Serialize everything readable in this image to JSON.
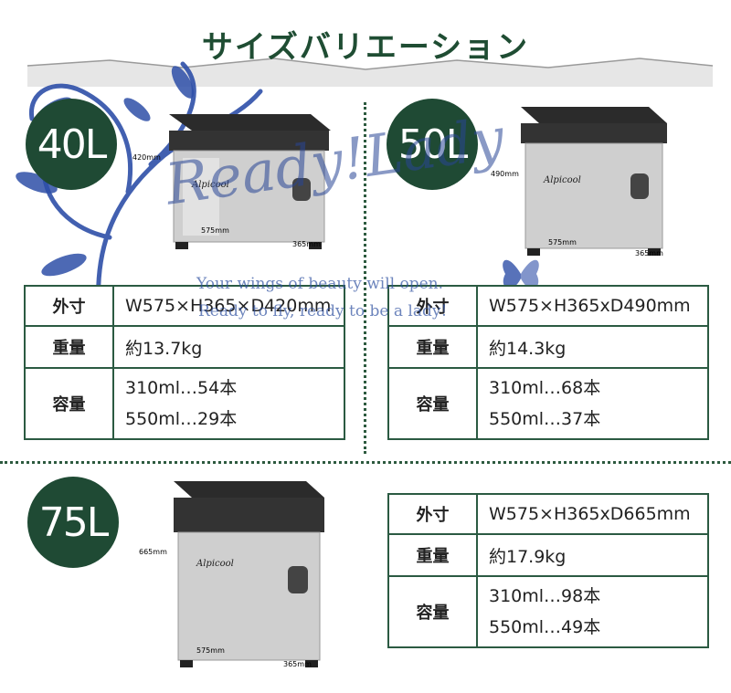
{
  "title": "サイズバリエーション",
  "overlay": {
    "script": "Ready!Lady",
    "tagline_line1": "Your wings of beauty will open.",
    "tagline_line2": "Ready to fly, ready to be a lady!"
  },
  "products": [
    {
      "badge": "40L",
      "brand": "Alpicool",
      "dims": {
        "height": "420mm",
        "width": "575mm",
        "depth": "365mm"
      },
      "specs": {
        "size_label": "外寸",
        "size_value": "W575×H365×D420mm",
        "weight_label": "重量",
        "weight_value": "約13.7kg",
        "capacity_label": "容量",
        "capacity_line1": "310ml…54本",
        "capacity_line2": "550ml…29本"
      }
    },
    {
      "badge": "50L",
      "brand": "Alpicool",
      "dims": {
        "height": "490mm",
        "width": "575mm",
        "depth": "365mm"
      },
      "specs": {
        "size_label": "外寸",
        "size_value": "W575×H365xD490mm",
        "weight_label": "重量",
        "weight_value": "約14.3kg",
        "capacity_label": "容量",
        "capacity_line1": "310ml…68本",
        "capacity_line2": "550ml…37本"
      }
    },
    {
      "badge": "75L",
      "brand": "Alpicool",
      "dims": {
        "height": "665mm",
        "width": "575mm",
        "depth": "365mm"
      },
      "specs": {
        "size_label": "外寸",
        "size_value": "W575×H365xD665mm",
        "weight_label": "重量",
        "weight_value": "約17.9kg",
        "capacity_label": "容量",
        "capacity_line1": "310ml…98本",
        "capacity_line2": "550ml…49本"
      }
    }
  ],
  "colors": {
    "accent": "#1f4a34",
    "floral": "#2e4fa8",
    "border": "#2b5a42"
  }
}
